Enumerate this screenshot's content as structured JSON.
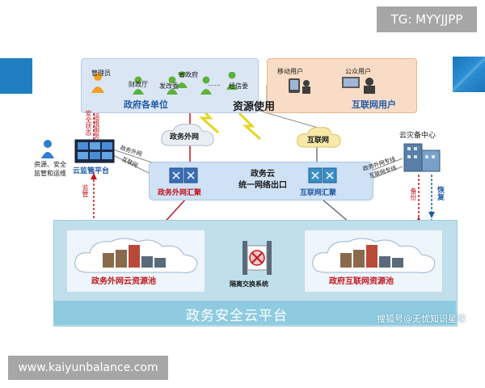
{
  "watermark_top": "TG: MYYJJPP",
  "watermark_bottom": "www.kaiyunbalance.com",
  "watermark_source": "搜狐号@无忧知识星球",
  "gov": {
    "title": "政府各单位",
    "admin": "管理员",
    "finance": "财政厅",
    "provincial_gov": "省政府",
    "development": "发改委",
    "ellipsis": "……",
    "economic": "经信委"
  },
  "internet_users": {
    "title": "互联网用户",
    "mobile": "移动用户",
    "public": "公众用户"
  },
  "resource_use": "资源使用",
  "gov_extranet_cloud": "政务外网",
  "internet_cloud": "互联网",
  "monitor": {
    "role": "资源、安全\n监管和运维",
    "platform": "云监管平台",
    "security_status": "安全状态",
    "ops_service": "运维服务",
    "supervision": "监管"
  },
  "egress": {
    "title": "政务云\n统一网络出口",
    "gov_aggregate": "政务外网汇聚",
    "net_aggregate": "互联网汇聚",
    "gov_link": "政务外网",
    "net_link": "互联网"
  },
  "disaster": {
    "title": "云灾备中心",
    "gov_line": "政务外网专线",
    "net_line": "互联网专线",
    "backup": "备份",
    "recovery": "恢复"
  },
  "pools": {
    "gov_pool": "政务外网云资源池",
    "net_pool": "政府互联网资源池",
    "isolation": "隔离交换系统"
  },
  "platform_title": "政务安全云平台",
  "colors": {
    "accent_blue": "#1f5aa6",
    "red": "#c0171d",
    "platform": "#bfe0ea"
  }
}
